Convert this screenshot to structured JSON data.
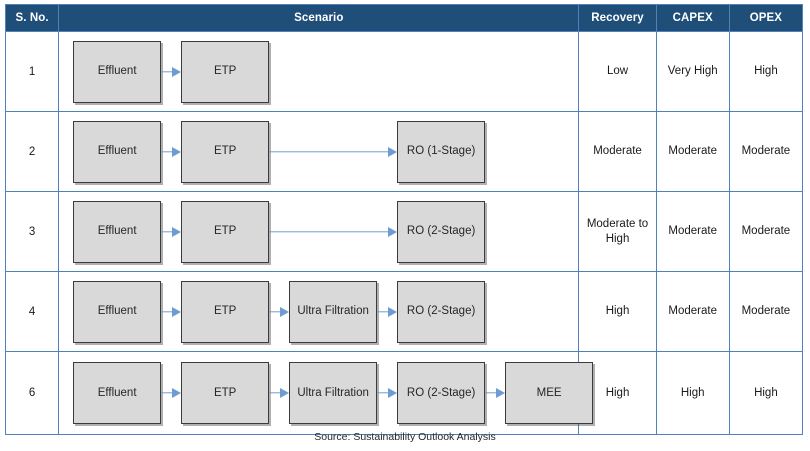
{
  "table": {
    "headers": {
      "sno": "S. No.",
      "scenario": "Scenario",
      "recovery": "Recovery",
      "capex": "CAPEX",
      "opex": "OPEX"
    },
    "header_bg": "#1F4E79",
    "header_text_color": "#FFFFFF",
    "gridline_color": "#4F81BD",
    "node_fill": "#D9D9D9",
    "node_border": "#3B3B3B",
    "arrow_color": "#6E9BD1",
    "rows": [
      {
        "sno": "1",
        "nodes": [
          "Effluent",
          "ETP"
        ],
        "connectors": [
          "short"
        ],
        "recovery": "Low",
        "capex": "Very High",
        "opex": "High"
      },
      {
        "sno": "2",
        "nodes": [
          "Effluent",
          "ETP",
          "RO (1-Stage)"
        ],
        "connectors": [
          "short",
          "long"
        ],
        "recovery": "Moderate",
        "capex": "Moderate",
        "opex": "Moderate"
      },
      {
        "sno": "3",
        "nodes": [
          "Effluent",
          "ETP",
          "RO (2-Stage)"
        ],
        "connectors": [
          "short",
          "long"
        ],
        "recovery": "Moderate to High",
        "capex": "Moderate",
        "opex": "Moderate"
      },
      {
        "sno": "4",
        "nodes": [
          "Effluent",
          "ETP",
          "Ultra Filtration",
          "RO (2-Stage)"
        ],
        "connectors": [
          "short",
          "short",
          "short"
        ],
        "recovery": "High",
        "capex": "Moderate",
        "opex": "Moderate"
      },
      {
        "sno": "6",
        "nodes": [
          "Effluent",
          "ETP",
          "Ultra Filtration",
          "RO (2-Stage)",
          "MEE"
        ],
        "connectors": [
          "short",
          "short",
          "short",
          "short"
        ],
        "recovery": "High",
        "capex": "High",
        "opex": "High"
      }
    ]
  },
  "source": {
    "text": "Source: Sustainability Outlook Analysis"
  }
}
